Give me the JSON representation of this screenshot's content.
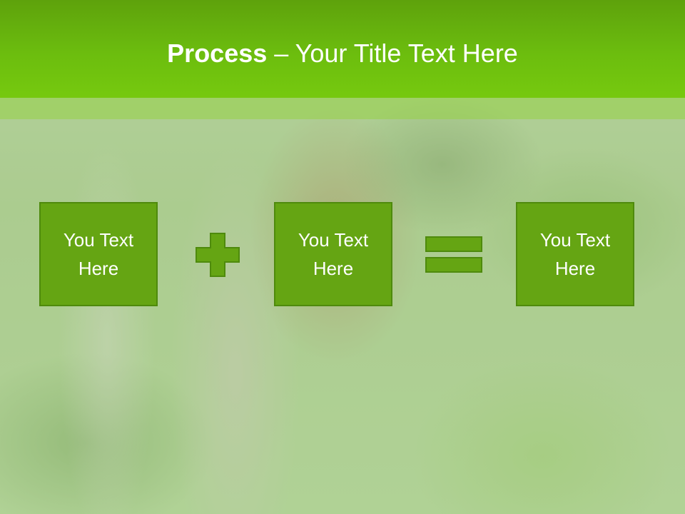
{
  "slide": {
    "title_bold": "Process",
    "title_rest": " – Your Title Text Here"
  },
  "boxes": [
    {
      "text": "You Text Here"
    },
    {
      "text": "You Text Here"
    },
    {
      "text": "You Text Here"
    }
  ],
  "operators": [
    "plus-icon",
    "equals-icon"
  ],
  "colors": {
    "header": "#6cbd0e",
    "box_fill": "#65a513",
    "box_border": "#4e8a0c",
    "text": "#ffffff"
  }
}
